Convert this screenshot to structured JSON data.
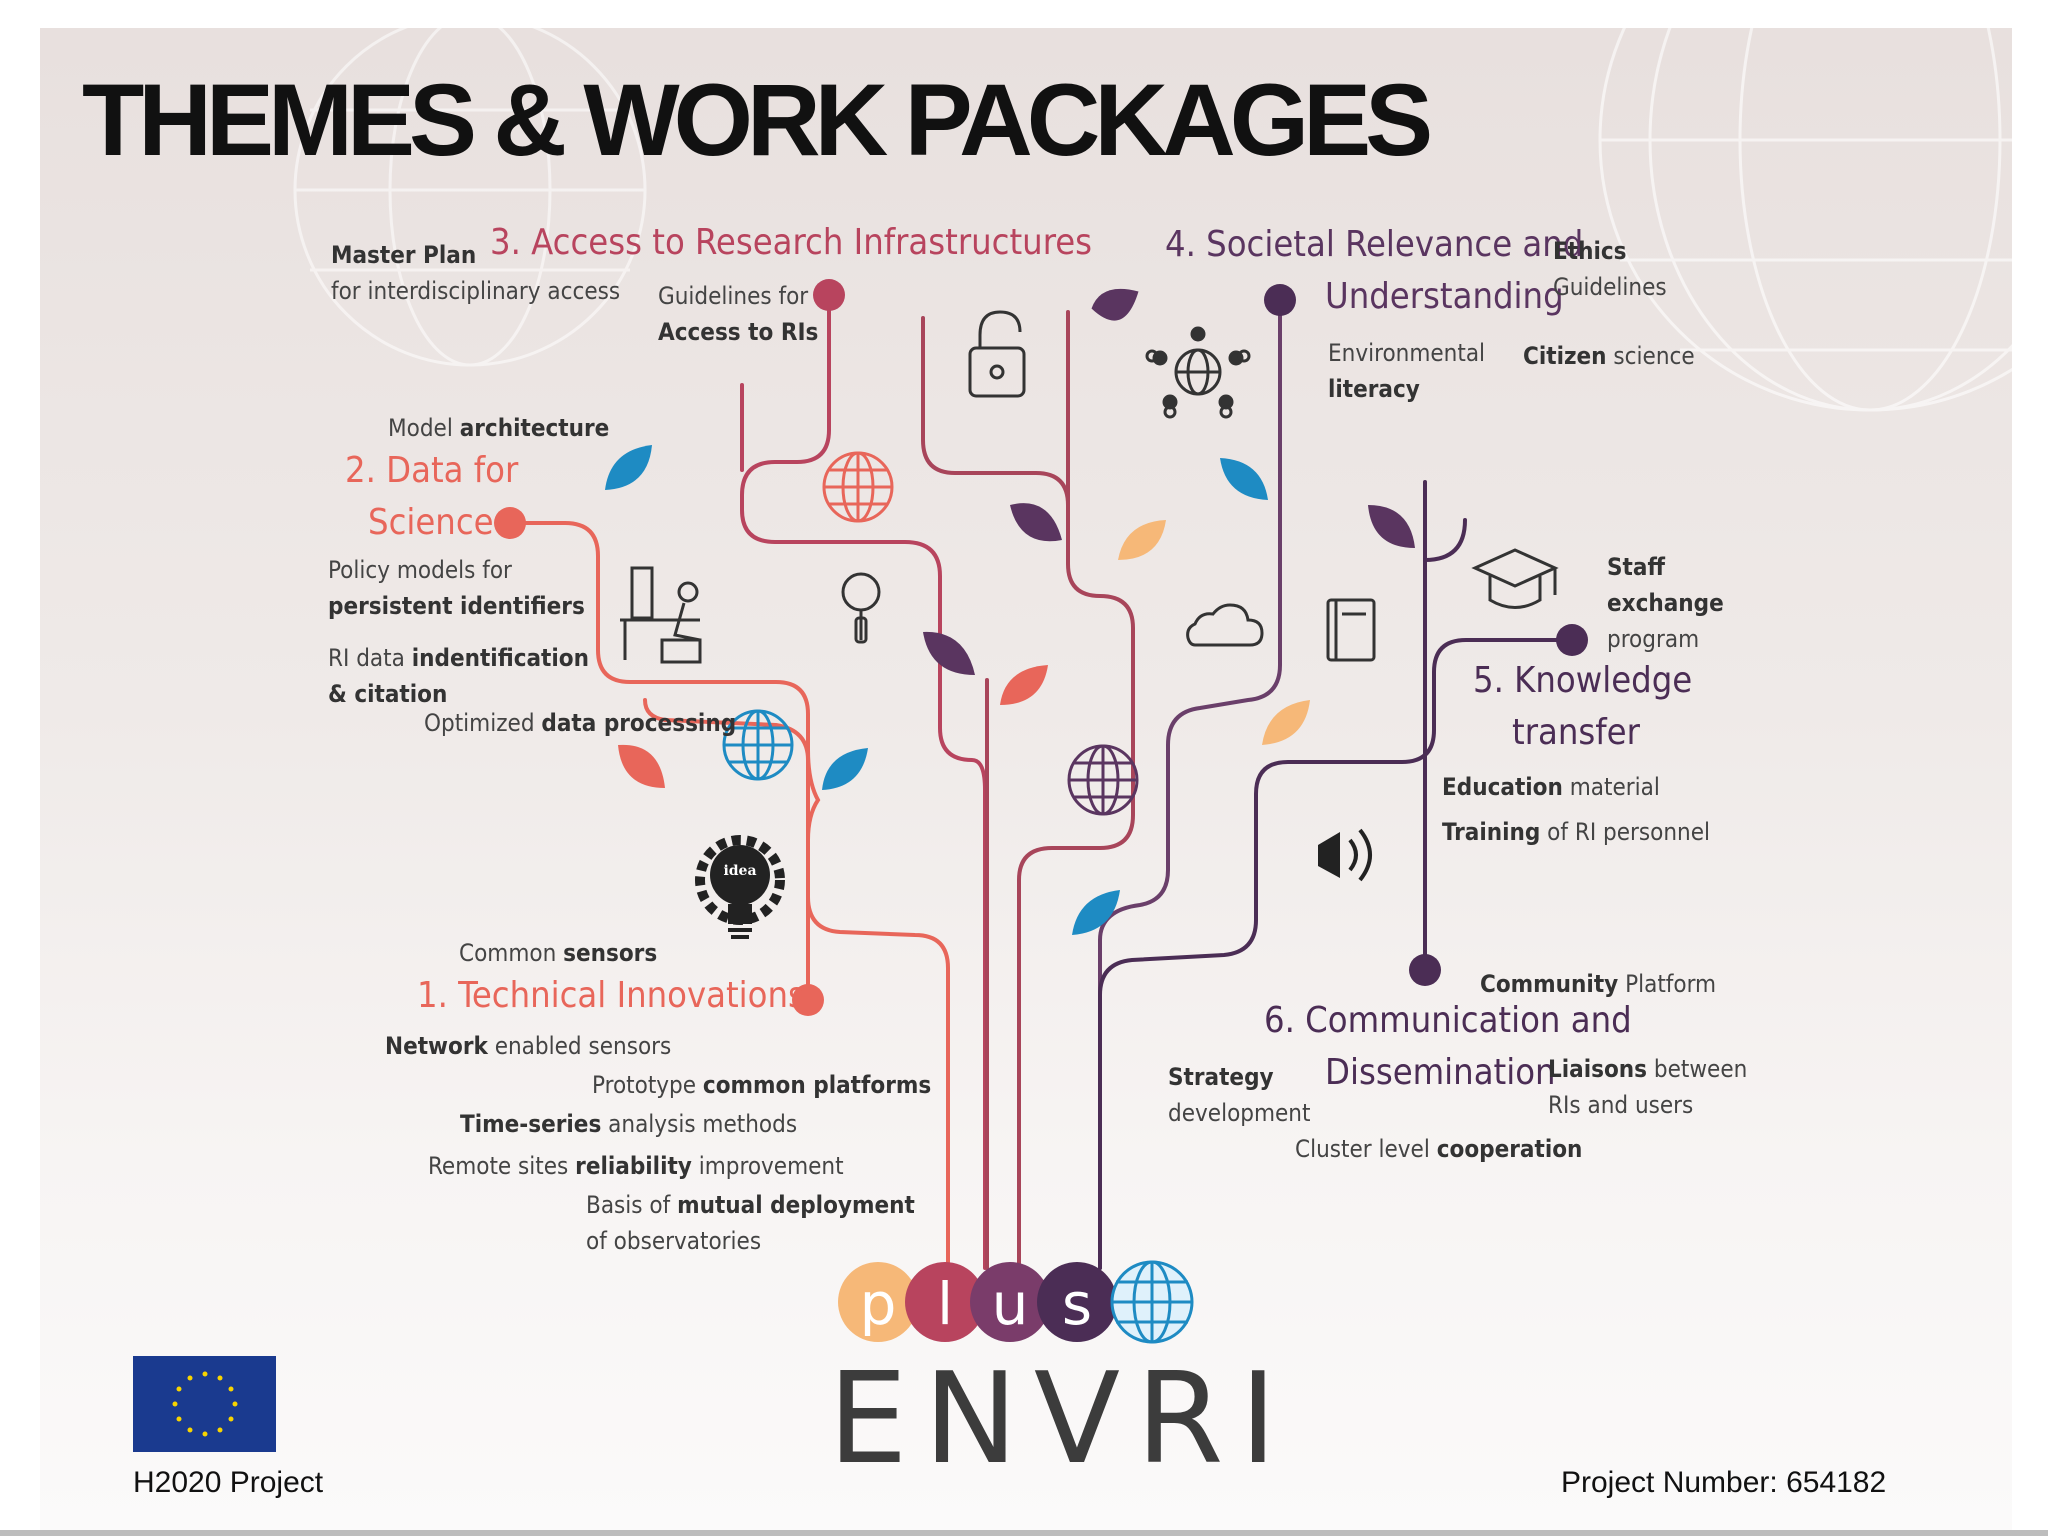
{
  "title": "THEMES & WORK PACKAGES",
  "colors": {
    "orange": "#e8665a",
    "crimson": "#b8445e",
    "rose": "#a8455a",
    "purple": "#6a3f6a",
    "dark_purple": "#4b2d55",
    "blue": "#1e8bc3",
    "peach": "#f6b878"
  },
  "themes": {
    "t1": {
      "label": "1. Technical Innovations"
    },
    "t2": {
      "line1": "2. Data for",
      "line2": "Science"
    },
    "t3": {
      "label": "3. Access to Research Infrastructures"
    },
    "t4": {
      "line1": "4. Societal Relevance and",
      "line2": "Understanding"
    },
    "t5": {
      "line1": "5. Knowledge",
      "line2": "transfer"
    },
    "t6": {
      "line1": "6. Communication and",
      "line2": "Dissemination"
    }
  },
  "labels": {
    "master_plan_b": "Master Plan",
    "master_plan_rest": "for interdisciplinary access",
    "guidelines_for": "Guidelines for",
    "access_to_ris": "Access to RIs",
    "ethics_b": "Ethics",
    "ethics_rest": "Guidelines",
    "env_literacy_1": "Environmental",
    "env_literacy_2": "literacy",
    "citizen_b": "Citizen",
    "citizen_rest": " science",
    "model_pre": "Model ",
    "model_b": "architecture",
    "policy_1": "Policy models for",
    "policy_2": "persistent identifiers",
    "ri_data_pre": "RI data ",
    "ri_data_b": "indentification",
    "ri_data_2": "& citation",
    "optimized_pre": "Optimized ",
    "optimized_b": "data processing",
    "staff_1": "Staff",
    "staff_2": "exchange",
    "staff_3": "program",
    "education_b": "Education",
    "education_rest": " material",
    "training_b": "Training",
    "training_rest": " of RI personnel",
    "common_pre": "Common ",
    "common_b": "sensors",
    "network_b": "Network",
    "network_rest": " enabled sensors",
    "prototype_pre": "Prototype ",
    "prototype_b": "common platforms",
    "timeseries_b": "Time-series",
    "timeseries_rest": " analysis methods",
    "remote_pre": "Remote sites ",
    "remote_b": "reliability",
    "remote_rest": " improvement",
    "basis_pre": "Basis of ",
    "basis_b": "mutual deployment",
    "basis_2": "of observatories",
    "community_b": "Community",
    "community_rest": " Platform",
    "strategy_b": "Strategy",
    "strategy_2": "development",
    "liaisons_b": "Liaisons",
    "liaisons_rest": " between",
    "liaisons_2": "RIs and users",
    "cluster_pre": "Cluster level ",
    "cluster_b": "cooperation"
  },
  "icons": [
    "open-padlock-icon",
    "people-around-globe-icon",
    "computer-user-icon",
    "magnifier-icon",
    "cloud-icon",
    "book-icon",
    "graduation-cap-icon",
    "idea-bulb-gear-icon",
    "speaker-icon",
    "globe-icon",
    "eu-flag-icon"
  ],
  "icon_text": {
    "idea": "idea"
  },
  "logo": {
    "letters": [
      "p",
      "l",
      "u",
      "s"
    ],
    "word": "ENVRI"
  },
  "footer": {
    "left": "H2020 Project",
    "right": "Project Number: 654182"
  }
}
